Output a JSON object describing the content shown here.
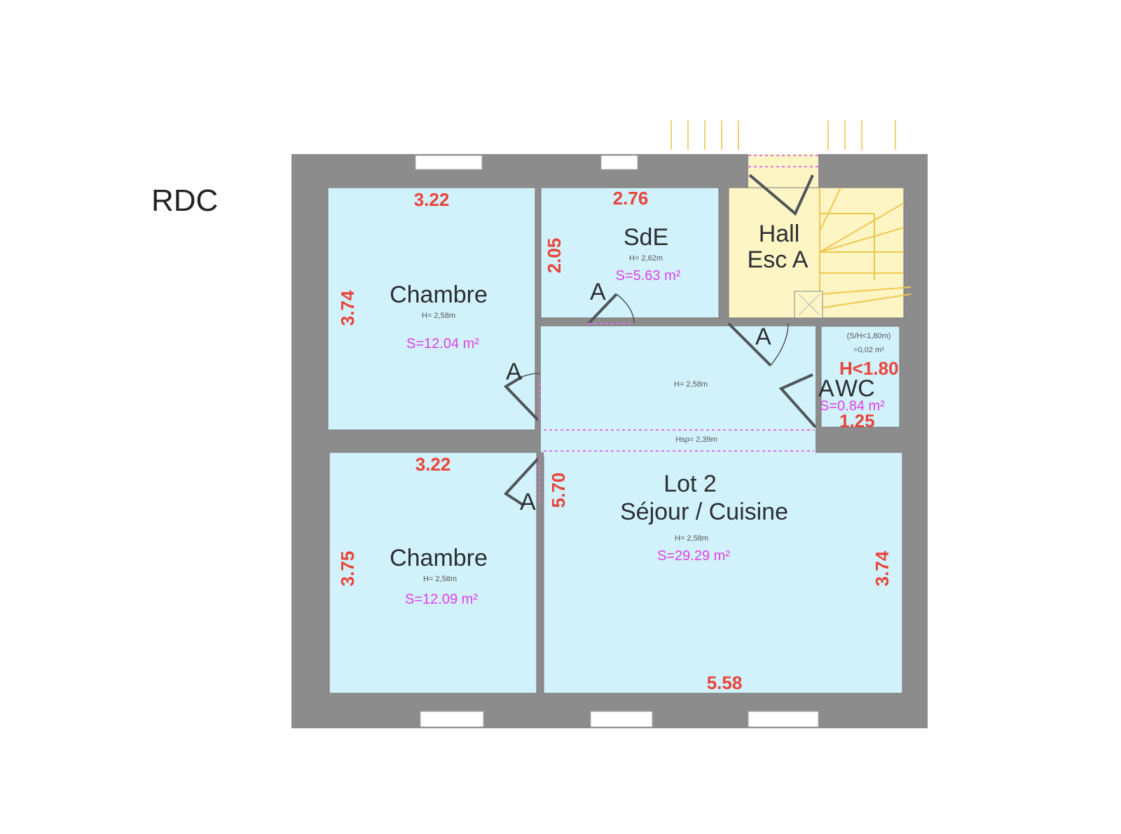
{
  "level_label": "RDC",
  "door_mark": "A",
  "rooms": {
    "chambre1": {
      "name": "Chambre",
      "height": "H= 2,58m",
      "surface": "S=12.04 m²",
      "width_dim": "3.22",
      "depth_dim": "3.74"
    },
    "sde": {
      "name": "SdE",
      "height": "H= 2,62m",
      "surface": "S=5.63 m²",
      "width_dim": "2.76",
      "depth_dim": "2.05"
    },
    "hall": {
      "name_line1": "Hall",
      "name_line2": "Esc A"
    },
    "corridor": {
      "height": "H= 2,58m",
      "hsp": "Hsp= 2,39m"
    },
    "wc": {
      "name": "WC",
      "door_mark": "A",
      "note1": "(S/H<1,80m)",
      "note2": "=0,02 m²",
      "height_note": "H<1.80",
      "surface": "S=0.84 m²",
      "width_dim": "1.25"
    },
    "chambre2": {
      "name": "Chambre",
      "height": "H= 2,58m",
      "surface": "S=12.09 m²",
      "width_dim": "3.22",
      "depth_dim": "3.75"
    },
    "sejour": {
      "name_line1": "Lot 2",
      "name_line2": "Séjour / Cuisine",
      "height": "H= 2,58m",
      "surface": "S=29.29 m²",
      "width_dim": "5.58",
      "depth_dim": "3.74",
      "left_dim": "5.70"
    }
  },
  "colors": {
    "wall": "#8c8c8c",
    "room": "#d2f2fb",
    "hall": "#fdf5c4",
    "dimension": "#e8443a",
    "surface": "#e040e8"
  }
}
